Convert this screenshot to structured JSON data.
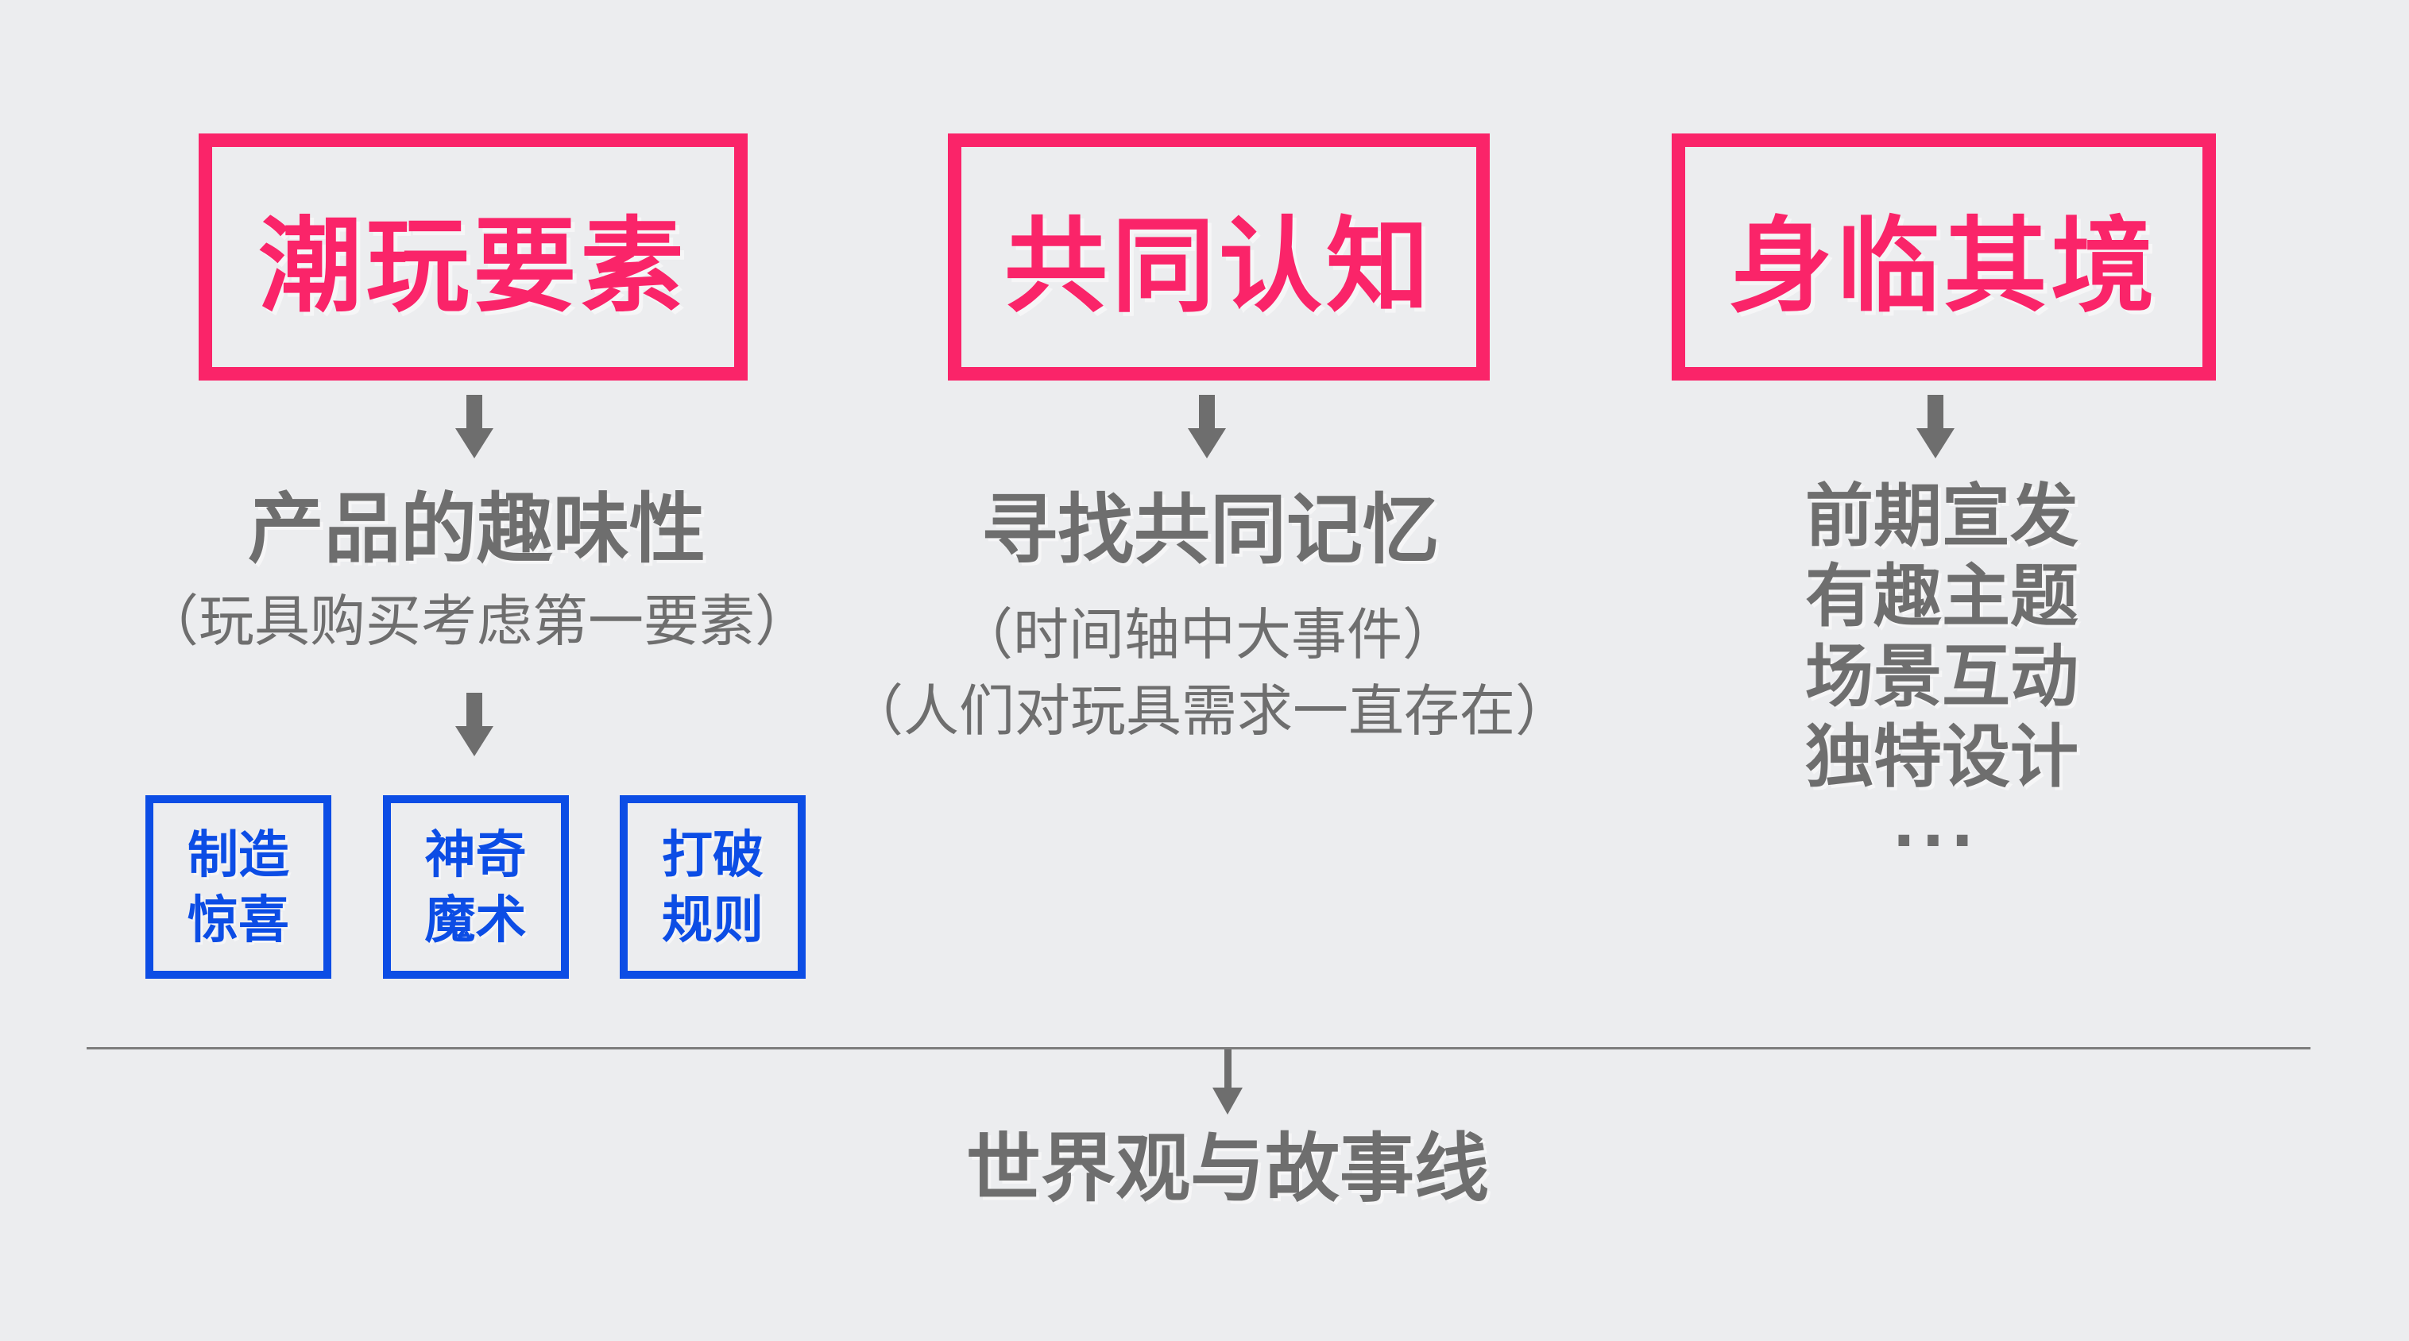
{
  "colors": {
    "background": "#ECEDEF",
    "pink": "#FA2469",
    "blue": "#0C4DE5",
    "text_gray": "#6E6E6E",
    "line_gray": "#7D7D7D"
  },
  "columns": {
    "c1": {
      "header": "潮玩要素",
      "title": "产品的趣味性",
      "note": "（玩具购买考虑第一要素）",
      "tags": [
        [
          "制造",
          "惊喜"
        ],
        [
          "神奇",
          "魔术"
        ],
        [
          "打破",
          "规则"
        ]
      ]
    },
    "c2": {
      "header": "共同认知",
      "title": "寻找共同记忆",
      "notes": [
        "（时间轴中大事件）",
        "（人们对玩具需求一直存在）"
      ]
    },
    "c3": {
      "header": "身临其境",
      "items": [
        "前期宣发",
        "有趣主题",
        "场景互动",
        "独特设计"
      ],
      "ellipsis": "..."
    }
  },
  "footer": {
    "title": "世界观与故事线"
  }
}
